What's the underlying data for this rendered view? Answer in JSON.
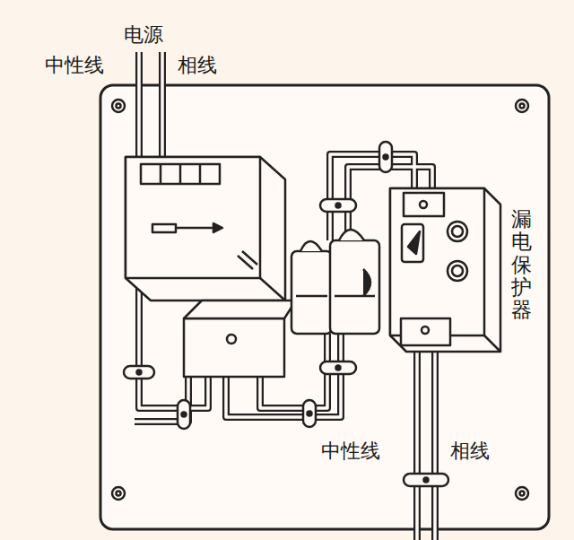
{
  "diagram": {
    "labels": [
      "电源",
      "中性线",
      "相线",
      "漏电保护器",
      "中性线",
      "相线"
    ]
  }
}
